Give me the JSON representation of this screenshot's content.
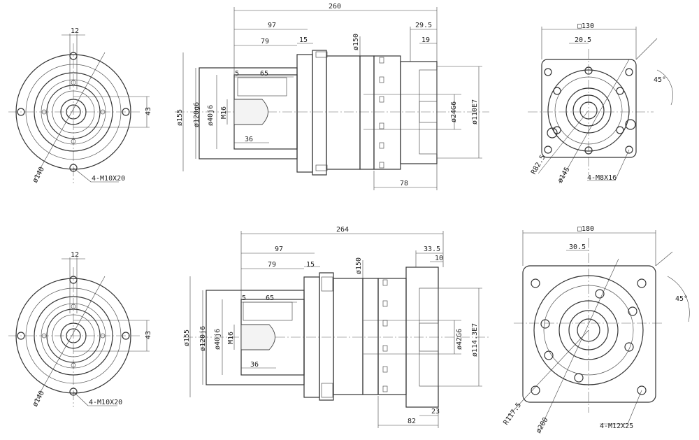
{
  "views": {
    "top_front": {
      "width_12": "12",
      "height_43": "43",
      "pcd": "ø140",
      "holes": "4-M10X20"
    },
    "top_side": {
      "overall": "260",
      "len_97": "97",
      "len_79": "79",
      "len_15": "15",
      "dia_150": "ø150",
      "len_29_5": "29.5",
      "len_19": "19",
      "len_5": "5",
      "len_65": "65",
      "dia_155": "ø155",
      "dia_120": "ø120g6",
      "dia_40": "ø40j6",
      "thread": "M16",
      "len_36": "36",
      "dia_24": "ø24G6",
      "dia_110": "ø110E7",
      "len_78": "78"
    },
    "top_flange": {
      "square": "□130",
      "offset": "20.5",
      "angle": "45°",
      "radius": "R82.5",
      "pcd": "ø145",
      "holes": "4-M8X16"
    },
    "bottom_front": {
      "width_12": "12",
      "height_43": "43",
      "pcd": "ø140",
      "holes": "4-M10X20"
    },
    "bottom_side": {
      "overall": "264",
      "len_97": "97",
      "len_79": "79",
      "len_15": "15",
      "dia_150": "ø150",
      "len_33_5": "33.5",
      "len_10": "10",
      "len_5": "5",
      "len_65": "65",
      "dia_155": "ø155",
      "dia_120": "ø120j6",
      "dia_40": "ø40j6",
      "thread": "M16",
      "len_36": "36",
      "dia_42": "ø42G6",
      "dia_114": "ø114.3E7",
      "len_82": "82",
      "len_23": "23"
    },
    "bottom_flange": {
      "square": "□180",
      "offset": "30.5",
      "angle": "45°",
      "radius": "R117.5",
      "pcd": "ø200",
      "holes": "4-M12X25"
    }
  }
}
